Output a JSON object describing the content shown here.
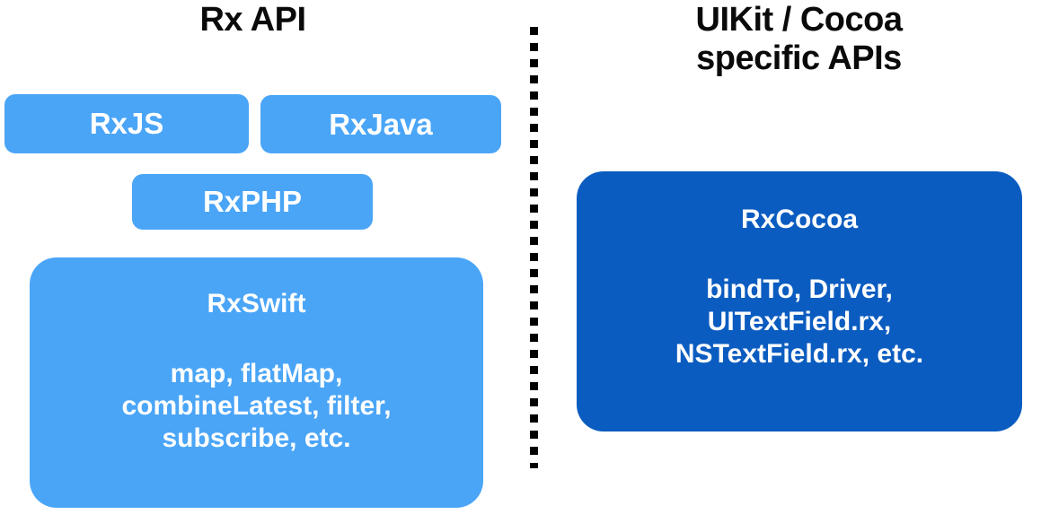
{
  "columns": {
    "left": {
      "title": "Rx API",
      "nodes": [
        {
          "name": "RxJS",
          "detail": ""
        },
        {
          "name": "RxJava",
          "detail": ""
        },
        {
          "name": "RxPHP",
          "detail": ""
        },
        {
          "name": "RxSwift",
          "detail": "map, flatMap,\ncombineLatest, filter,\nsubscribe, etc."
        }
      ]
    },
    "right": {
      "title": "UIKit / Cocoa\nspecific APIs",
      "nodes": [
        {
          "name": "RxCocoa",
          "detail": "bindTo, Driver,\nUITextField.rx,\nNSTextField.rx, etc."
        }
      ]
    }
  },
  "divider": {
    "name": "vertical-dotted-separator",
    "style": "dotted",
    "color": "#000000"
  },
  "colors": {
    "background": "#ffffff",
    "node_light_blue": "#4aa5f7",
    "node_dark_blue": "#0b5cc0",
    "node_text": "#ffffff",
    "title_text": "#0a0a0a"
  }
}
